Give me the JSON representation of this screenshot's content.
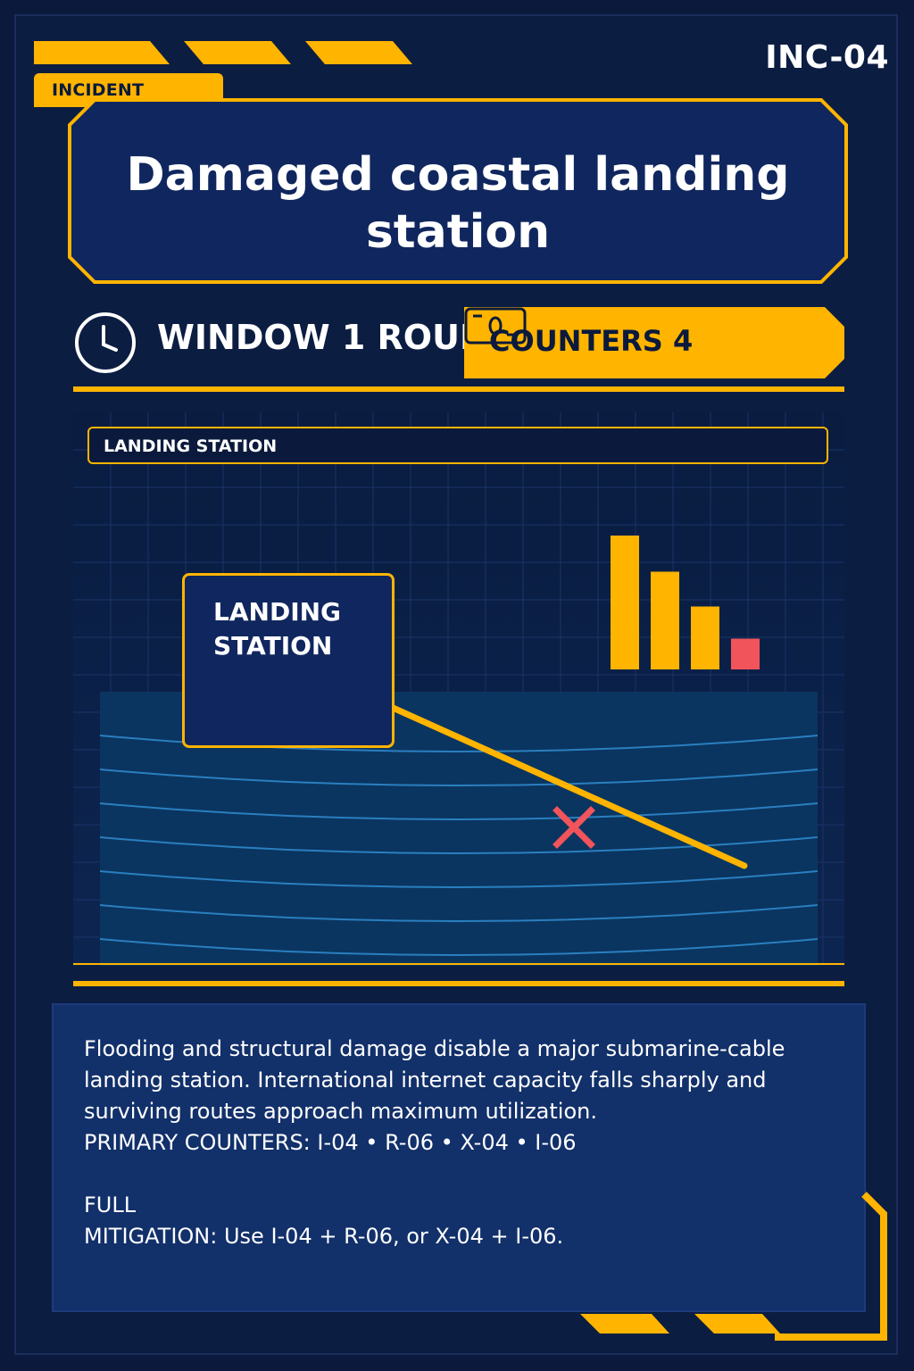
{
  "card": {
    "tag": "INCIDENT",
    "id": "INC-04",
    "title": "Damaged coastal landing station"
  },
  "status": {
    "window_label": "WINDOW 1 ROUND",
    "counters_label": "COUNTERS 4",
    "counter_icon": "counter-display-icon",
    "clock_icon": "clock-icon"
  },
  "scene": {
    "header": "LANDING STATION",
    "station_label": "LANDING STATION",
    "capacity_bars": [
      1.0,
      0.73,
      0.47,
      0.23
    ],
    "damage_marker": "x-mark-icon"
  },
  "description": {
    "body": "Flooding and structural damage disable a major submarine-cable landing station. International internet capacity falls sharply and surviving routes approach maximum utilization.",
    "primary_counters": "PRIMARY COUNTERS: I-04 • R-06 • X-04 • I-06",
    "full_label": "FULL",
    "mitigation": "MITIGATION: Use I-04 + R-06, or X-04 + I-06."
  },
  "colors": {
    "accent": "#ffb400",
    "background": "#0b1a3c",
    "panel": "#12306a",
    "damage": "#f2545b",
    "water": "#0a3560"
  }
}
